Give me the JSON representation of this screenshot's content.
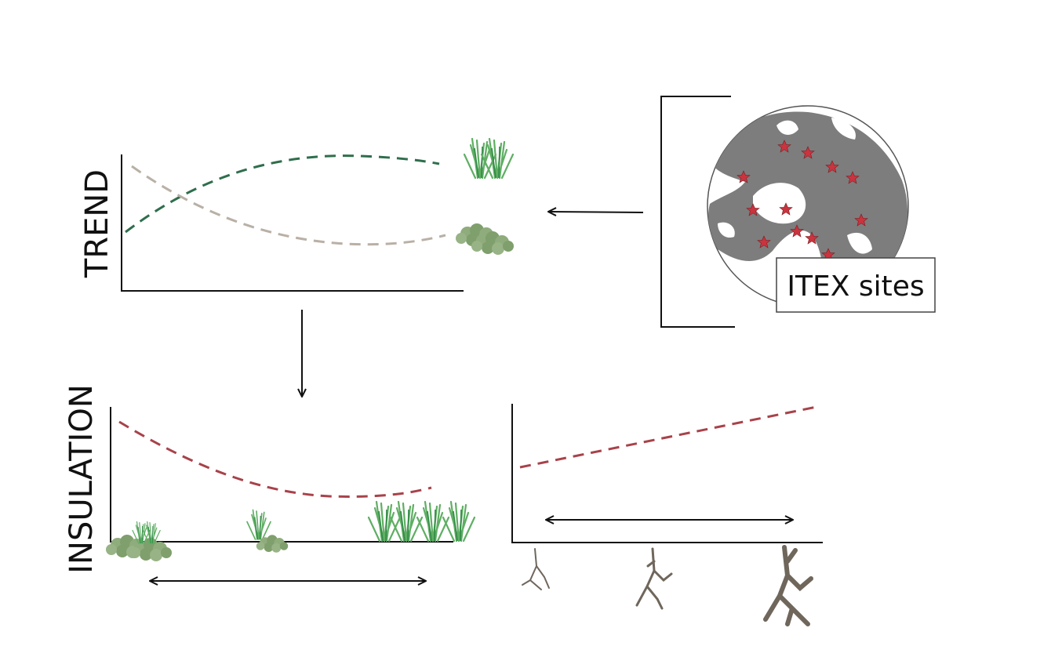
{
  "labels": {
    "trend_axis": "TREND",
    "insulation_axis": "INSULATION",
    "map_legend": "ITEX sites"
  },
  "icons": {
    "grass": "grass-tuft-icon",
    "moss": "moss-clump-icon",
    "root": "root-icon",
    "site": "red-star-icon"
  },
  "colors": {
    "grass_trend": "#2f6e4c",
    "moss_trend": "#b9b0a6",
    "insulation_trend": "#a8424a",
    "globe_land": "#7d7d7d",
    "star": "#c9343f",
    "grass_fill": "#5fae63",
    "moss_fill": "#8fac7c",
    "root": "#6f665c",
    "axis": "#111111"
  }
}
